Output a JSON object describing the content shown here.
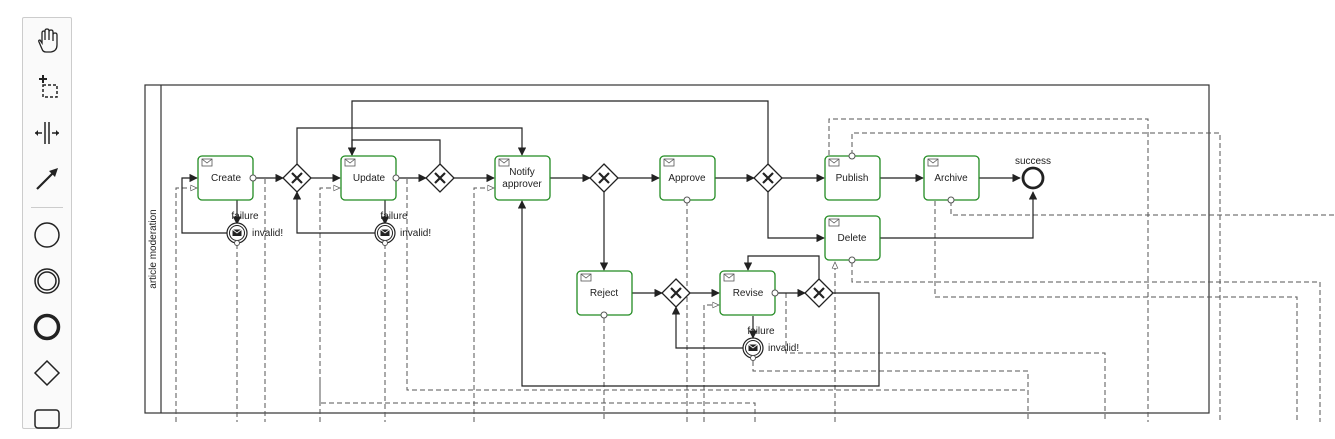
{
  "palette": {
    "tools": [
      {
        "icon": "hand-tool-icon"
      },
      {
        "icon": "lasso-tool-icon"
      },
      {
        "icon": "space-tool-icon"
      },
      {
        "icon": "connect-tool-icon"
      },
      {
        "icon": "start-event-icon"
      },
      {
        "icon": "intermediate-event-icon"
      },
      {
        "icon": "end-event-icon"
      },
      {
        "icon": "gateway-icon"
      },
      {
        "icon": "task-icon"
      }
    ]
  },
  "diagram": {
    "lane_label": "article moderation",
    "tasks": {
      "create": "Create",
      "update": "Update",
      "notify_line1": "Notify",
      "notify_line2": "approver",
      "approve": "Approve",
      "publish": "Publish",
      "archive": "Archive",
      "delete": "Delete",
      "reject": "Reject",
      "revise": "Revise"
    },
    "labels": {
      "failure_create": "failure",
      "invalid_create": "invalid!",
      "failure_update": "failure",
      "invalid_update": "invalid!",
      "failure_revise": "failure",
      "invalid_revise": "invalid!",
      "success": "success"
    },
    "colors": {
      "task_border": "#228b22",
      "flow": "#222222",
      "message_flow": "#555555",
      "pool_border": "#333333"
    }
  }
}
